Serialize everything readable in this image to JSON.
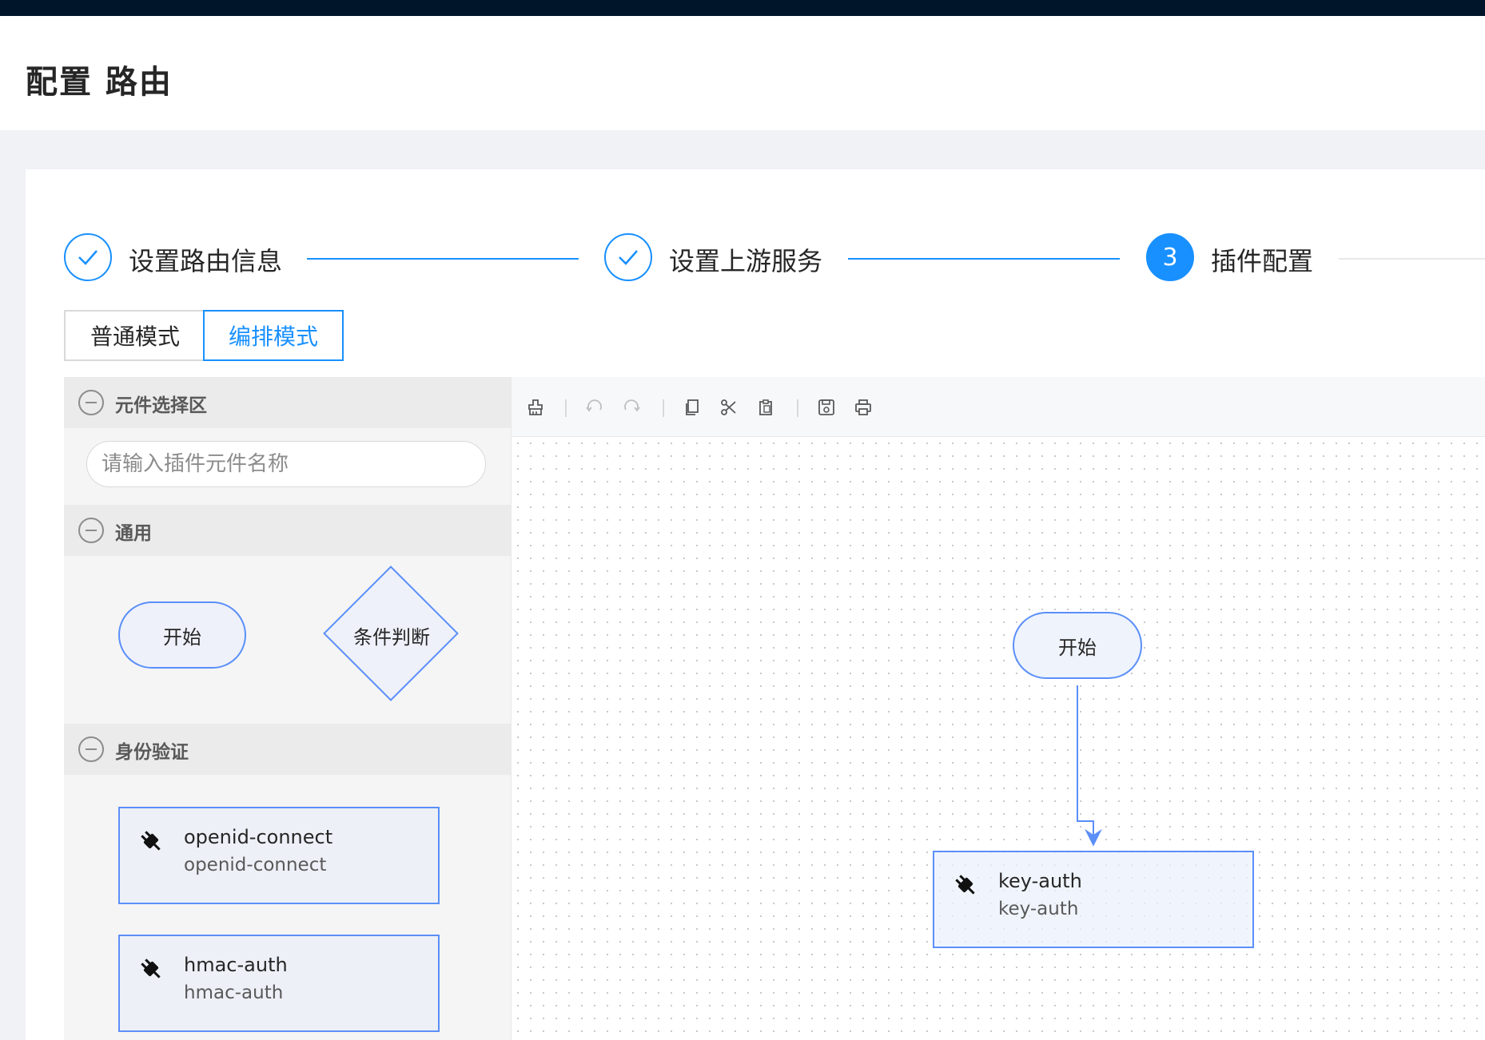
{
  "page": {
    "title": "配置 路由"
  },
  "steps": [
    {
      "label": "设置路由信息",
      "status": "finished"
    },
    {
      "label": "设置上游服务",
      "status": "finished"
    },
    {
      "label": "插件配置",
      "status": "active",
      "number": "3"
    }
  ],
  "mode_toggle": {
    "normal_label": "普通模式",
    "compose_label": "编排模式",
    "selected": "编排模式"
  },
  "sidebar": {
    "components_title": "元件选择区",
    "search_placeholder": "请输入插件元件名称",
    "general_title": "通用",
    "general_items": {
      "start": "开始",
      "condition": "条件判断"
    },
    "auth_title": "身份验证",
    "auth_items": [
      {
        "name": "openid-connect",
        "desc": "openid-connect"
      },
      {
        "name": "hmac-auth",
        "desc": "hmac-auth"
      }
    ]
  },
  "toolbar": {
    "icons": [
      "clear-icon",
      "undo-icon",
      "redo-icon",
      "copy-icon",
      "cut-icon",
      "paste-icon",
      "save-icon",
      "print-icon"
    ]
  },
  "canvas": {
    "start_node": "开始",
    "plugin_node": {
      "name": "key-auth",
      "desc": "key-auth"
    }
  },
  "colors": {
    "primary": "#1890ff",
    "node_border": "#5b8ff9",
    "header": "#001529"
  }
}
